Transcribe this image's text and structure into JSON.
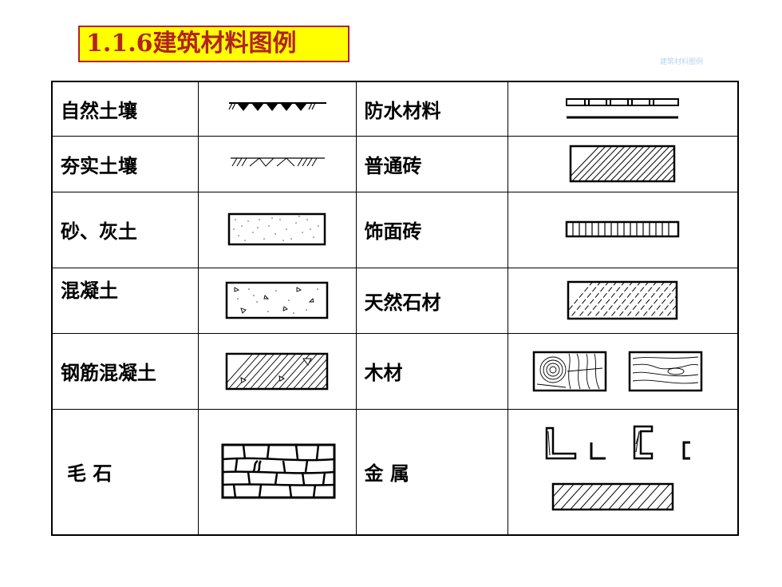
{
  "page": {
    "title": "1.1.6建筑材料图例",
    "watermark": "建筑材料图例"
  },
  "legend": {
    "rows": [
      {
        "left_label": "自然土壤",
        "right_label": "防水材料"
      },
      {
        "left_label": "夯实土壤",
        "right_label": "普通砖"
      },
      {
        "left_label": "砂、灰土",
        "right_label": "饰面砖"
      },
      {
        "left_label": "混凝土",
        "right_label": "天然石材"
      },
      {
        "left_label": "钢筋混凝土",
        "right_label": "木材"
      },
      {
        "left_label": "毛 石",
        "right_label": "金 属"
      }
    ]
  }
}
